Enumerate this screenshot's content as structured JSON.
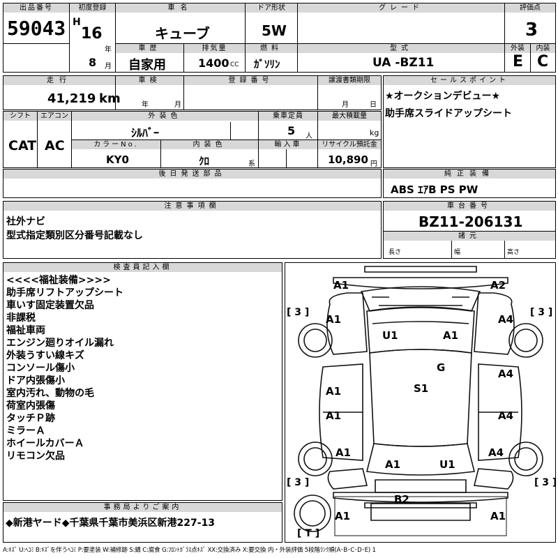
{
  "labels": {
    "lot_no": "出品番号",
    "first_reg": "初度登録",
    "car_name": "車名",
    "door": "ドア形状",
    "grade": "グレード",
    "score": "評価点",
    "history": "車歴",
    "displacement": "排気量",
    "fuel": "燃料",
    "model": "型式",
    "exterior": "外装",
    "interior": "内装",
    "year_unit": "年",
    "month_unit": "月",
    "cc_unit": "CC",
    "mileage": "走行",
    "inspection": "車検",
    "reg_no": "登録番号",
    "transfer_deadline": "譲渡書類期限",
    "sales_point": "セールスポイント",
    "shift": "シフト",
    "aircon": "エアコン",
    "ext_color": "外装色",
    "capacity": "乗車定員",
    "max_load": "最大積載量",
    "color_no": "カラーNo.",
    "int_color": "内装色",
    "import": "輸入車",
    "recycle": "リサイクル預託金",
    "later_parts": "後日発送部品",
    "genuine": "純正装備",
    "caution": "注意事項欄",
    "chassis": "車台番号",
    "specs": "諸元",
    "length": "長さ",
    "width": "幅",
    "height": "高さ",
    "inspector": "検査員記入欄",
    "office": "事務局よりご案内",
    "persons_unit": "人",
    "kg_unit": "kg",
    "yen_unit": "円",
    "kei_unit": "系",
    "km_unit": "km"
  },
  "vehicle": {
    "lot_no": "59043",
    "era": "H",
    "year": "16",
    "month": "8",
    "car_name": "キューブ",
    "door": "5W",
    "grade": "",
    "score": "3",
    "history": "自家用",
    "displacement": "1400",
    "fuel": "ｶﾞｿﾘﾝ",
    "model": "UA -BZ11",
    "exterior_grade": "E",
    "interior_grade": "C",
    "mileage": "41,219",
    "inspection_year": "年",
    "inspection_month": "月",
    "reg_no": "",
    "transfer_month": "月",
    "transfer_day": "日",
    "shift": "CAT",
    "aircon": "AC",
    "ext_color": "ｼﾙﾊﾞｰ",
    "capacity": "5",
    "color_no": "KY0",
    "int_color": "ｸﾛ",
    "recycle": "10,890",
    "genuine_equipment": "ABS ｴｱB PS PW",
    "chassis_no": "BZ11-206131"
  },
  "sales_points": [
    "★オークションデビュー★",
    "助手席スライドアップシート"
  ],
  "caution_notes": [
    "社外ナビ",
    "型式指定類別区分番号記載なし"
  ],
  "inspector_notes": [
    "<<<<福祉装備>>>>",
    "助手席リフトアップシート",
    "車いす固定装置欠品",
    "非課税",
    "福祉車両",
    "エンジン廻りオイル漏れ",
    "外装うすい線キズ",
    "コンソール傷小",
    "ドア内張傷小",
    "室内汚れ、動物の毛",
    "荷室内張傷",
    "タッチＰ跡",
    "ミラーＡ",
    "ホイールカバーＡ",
    "リモコン欠品"
  ],
  "office_message": "◆新港ヤード◆千葉県千葉市美浜区新港227-13",
  "legend": "A:ｷｽﾞ  U:ﾍｺﾐ  B:ｷｽﾞを伴うﾍｺﾐ  P:要塗装  W:補修跡  S:錆  C:腐食  G:ﾌﾛﾝﾄｶﾞﾗｽ点ｷｽﾞ  XX:交換済み  X:要交換   内・外装評価  5段階ﾗﾝｸ順(A･B･C･D･E) 1",
  "damage": {
    "front_left": "A1",
    "front_right": "A2",
    "left_front_fender": "A1",
    "right_front_fender": "A4",
    "roof_left": "U1",
    "roof_right": "A1",
    "windshield": "G",
    "seat": "S1",
    "left_front_door": "A1",
    "right_front_door": "A4",
    "left_rear_door": "A1",
    "right_rear_door": "A4",
    "left_rear": "A1",
    "right_rear": "A4",
    "rear_left": "A1",
    "rear_right": "U1",
    "back_door": "B2",
    "rear_bumper_left": "A1",
    "rear_bumper_right": "A1",
    "tire_fl": "3",
    "tire_fr": "3",
    "tire_rl": "3",
    "tire_rr": "3",
    "spare": "T"
  }
}
